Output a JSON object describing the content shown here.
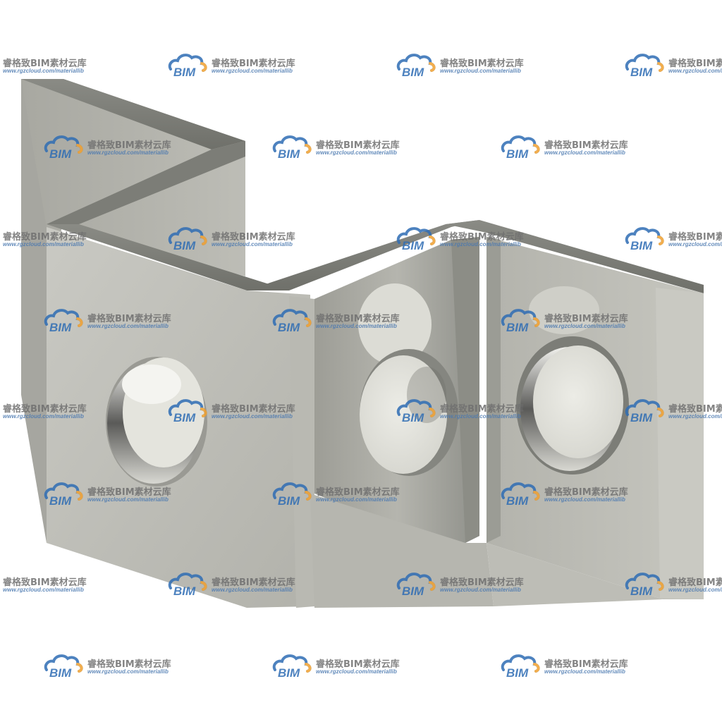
{
  "image": {
    "subject": "bent-metal-bracket-icon"
  },
  "watermark": {
    "logo_text": "BIM",
    "brand": "睿格致BIM素材云库",
    "url": "www.rgzcloud.com/materiallib",
    "colors": {
      "logo_blue": "#2f6db4",
      "logo_orange": "#f0a030"
    }
  },
  "colors": {
    "metal_light": "#c8c8c2",
    "metal_mid": "#a9a9a2",
    "metal_dark": "#7e7f78",
    "edge": "#8e8f88",
    "hole_face": "#e6e6de"
  }
}
